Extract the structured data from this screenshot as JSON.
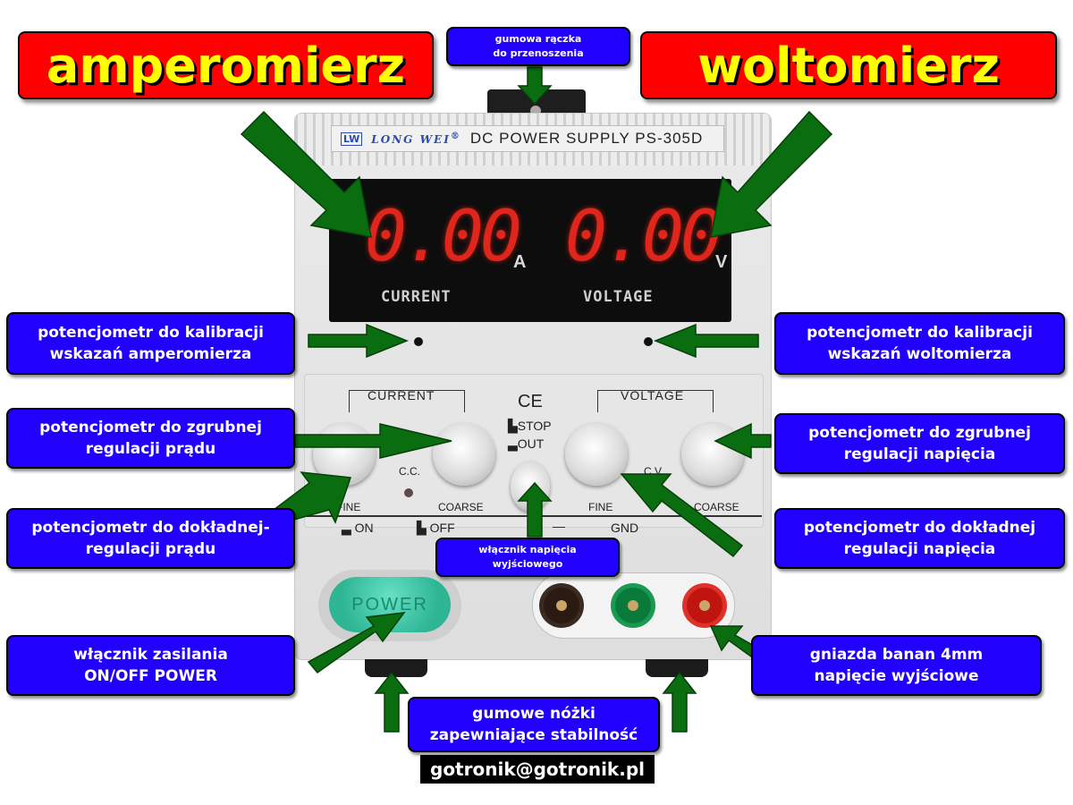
{
  "colors": {
    "callout_bg": "#2200ff",
    "big_callout_bg": "#ff0000",
    "big_callout_text": "#ffff00",
    "arrow": "#0a6e10",
    "display_digits": "#e0261c"
  },
  "device": {
    "brand_badge": "LW",
    "brand_name": "LONG WEI",
    "registered": "®",
    "model": "DC POWER SUPPLY PS-305D",
    "current_reading": "0.00",
    "current_unit": "A",
    "current_label": "CURRENT",
    "voltage_reading": "0.00",
    "voltage_unit": "V",
    "voltage_label": "VOLTAGE",
    "current_group": "CURRENT",
    "voltage_group": "VOLTAGE",
    "ce_mark": "CE",
    "stop_label": "▙STOP",
    "out_label": "▃OUT",
    "cc_label": "C.C.",
    "cv_label": "C.V.",
    "fine_left": "FINE",
    "coarse_left": "COARSE",
    "fine_right": "FINE",
    "coarse_right": "COARSE",
    "on_label": "▃ ON",
    "off_label": "▙ OFF",
    "minus_label": "—",
    "gnd_label": "GND",
    "power_label": "POWER"
  },
  "callouts": {
    "ammeter": "amperomierz",
    "voltmeter": "woltomierz",
    "handle": "gumowa rączka\ndo przenoszenia",
    "cal_ammeter": "potencjometr do kalibracji\nwskazań amperomierza",
    "cal_voltmeter": "potencjometr do kalibracji\nwskazań woltomierza",
    "coarse_current": "potencjometr do zgrubnej\nregulacji prądu",
    "coarse_voltage": "potencjometr do zgrubnej\nregulacji napięcia",
    "fine_current": "potencjometr do dokładnej-\nregulacji prądu",
    "fine_voltage": "potencjometr do dokładnej\nregulacji napięcia",
    "output_switch": "włącznik napięcia\nwyjściowego",
    "power_switch": "włącznik zasilania\nON/OFF POWER",
    "banana": "gniazda banan 4mm\nnapięcie wyjściowe",
    "feet": "gumowe nóżki\nzapewniające stabilność"
  },
  "footer": "gotronik@gotronik.pl"
}
